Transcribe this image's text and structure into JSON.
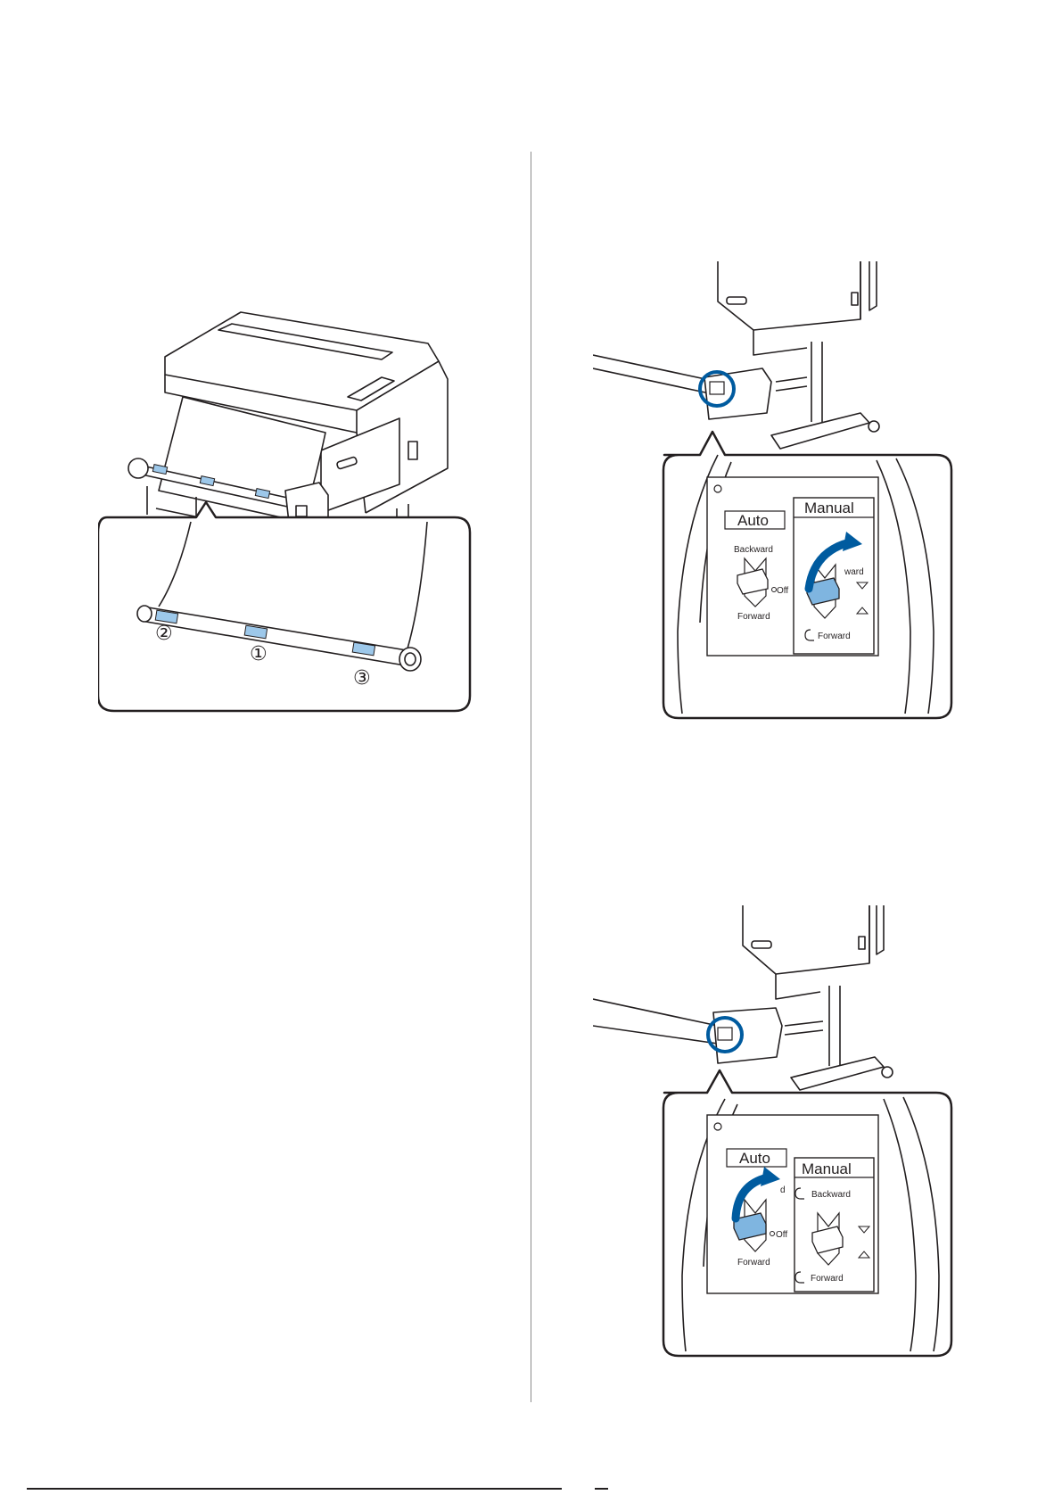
{
  "colors": {
    "line": "#231f20",
    "highlight_blue": "#005b9f",
    "tape_blue": "#9dc8ea",
    "switch_blue": "#7fb5e0",
    "divider": "#8a8a8a"
  },
  "figure_roll_tape": {
    "icon": "printer-tape-roll-core-illustration",
    "tape_labels": [
      "①",
      "②",
      "③"
    ]
  },
  "figure_switch_manual": {
    "icon": "autotake-up-switch-manual-illustration",
    "panel": {
      "auto_label": "Auto",
      "manual_label": "Manual",
      "backward_label": "Backward",
      "forward_label": "Forward",
      "off_label": "Off",
      "manual_backward_fragment": "ward",
      "manual_forward_label": "Forward"
    }
  },
  "figure_switch_auto": {
    "icon": "autotake-up-switch-auto-illustration",
    "panel": {
      "auto_label": "Auto",
      "manual_label": "Manual",
      "backward_fragment": "d",
      "forward_label": "Forward",
      "off_label": "Off",
      "manual_backward_label": "Backward",
      "manual_forward_label": "Forward"
    }
  }
}
